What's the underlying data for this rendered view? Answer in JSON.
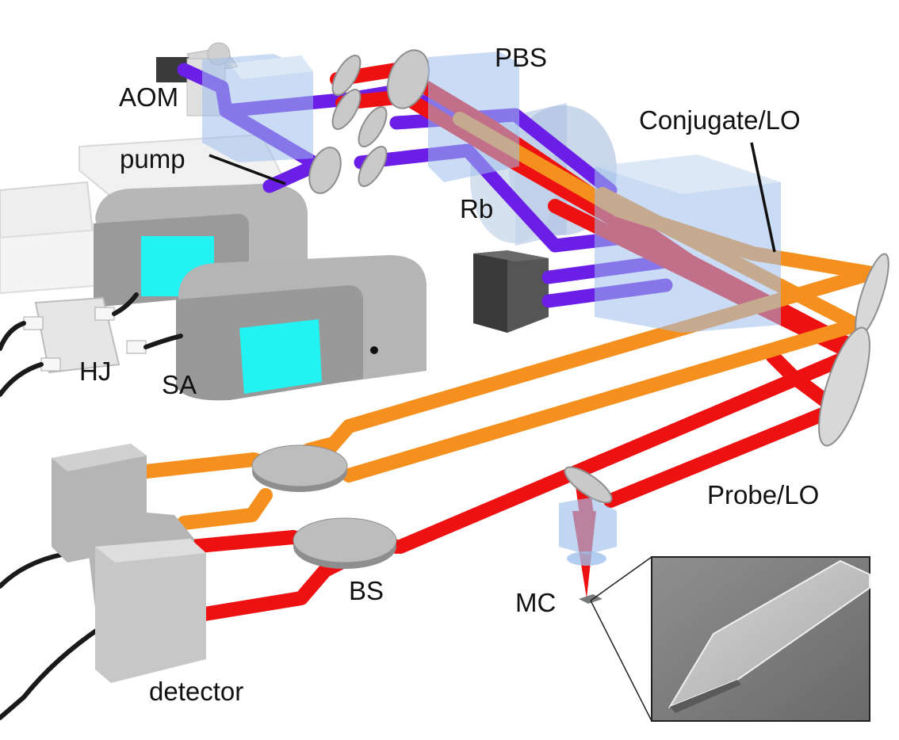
{
  "labels": {
    "aom": "AOM",
    "pbs": "PBS",
    "pump": "pump",
    "conjugate_lo": "Conjugate/LO",
    "rb": "Rb",
    "hj": "HJ",
    "sa": "SA",
    "probe_lo": "Probe/LO",
    "bs": "BS",
    "mc": "MC",
    "detector": "detector"
  },
  "colors": {
    "pump_beam": "#6a1ee6",
    "probe_beam": "#ee1111",
    "conjugate_beam": "#f5901e",
    "glass": "#9fc0ec",
    "analyzer_screen": "#22f2f2",
    "device_gray": "#a9a9a9",
    "cable": "#1a1a1a"
  }
}
